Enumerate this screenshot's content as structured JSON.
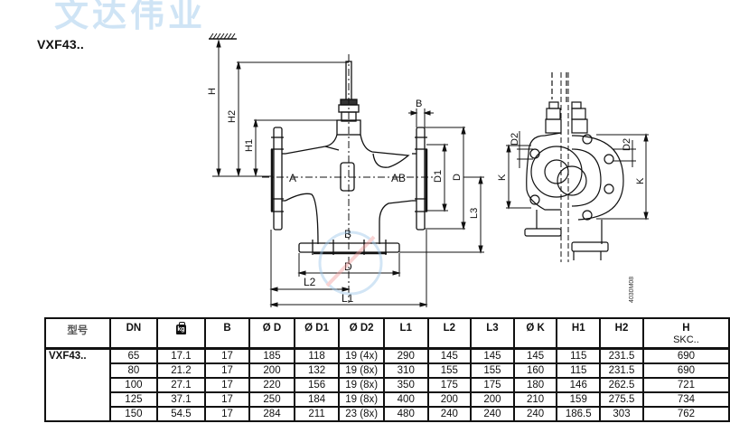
{
  "title": "VXF43..",
  "watermark": "文达伟业",
  "drawing_number": "4030M08",
  "drawing_labels": {
    "h": "H",
    "h1": "H1",
    "h2": "H2",
    "a": "A",
    "ab": "AB",
    "b_port": "B",
    "b_width": "B",
    "d": "D",
    "d1": "D1",
    "d_bottom": "D",
    "l1": "L1",
    "l2": "L2",
    "l3": "L3",
    "k_left": "K",
    "k_right": "K",
    "d2_left": "D2",
    "d2_right": "D2"
  },
  "table": {
    "headers": [
      {
        "label": "型号"
      },
      {
        "label": "DN"
      },
      {
        "label": "kg",
        "icon": "weight-icon"
      },
      {
        "label": "B"
      },
      {
        "label": "Ø D"
      },
      {
        "label": "Ø D1"
      },
      {
        "label": "Ø D2"
      },
      {
        "label": "L1"
      },
      {
        "label": "L2"
      },
      {
        "label": "L3"
      },
      {
        "label": "Ø K"
      },
      {
        "label": "H1"
      },
      {
        "label": "H2"
      },
      {
        "label": "H",
        "sub": "SKC.."
      }
    ],
    "model": "VXF43..",
    "rows": [
      [
        "65",
        "17.1",
        "17",
        "185",
        "118",
        "19 (4x)",
        "290",
        "145",
        "145",
        "145",
        "115",
        "231.5",
        "690"
      ],
      [
        "80",
        "21.2",
        "17",
        "200",
        "132",
        "19 (8x)",
        "310",
        "155",
        "155",
        "160",
        "115",
        "231.5",
        "690"
      ],
      [
        "100",
        "27.1",
        "17",
        "220",
        "156",
        "19 (8x)",
        "350",
        "175",
        "175",
        "180",
        "146",
        "262.5",
        "721"
      ],
      [
        "125",
        "37.1",
        "17",
        "250",
        "184",
        "19 (8x)",
        "400",
        "200",
        "200",
        "210",
        "159",
        "275.5",
        "734"
      ],
      [
        "150",
        "54.5",
        "17",
        "284",
        "211",
        "23 (8x)",
        "480",
        "240",
        "240",
        "240",
        "186.5",
        "303",
        "762"
      ]
    ]
  }
}
